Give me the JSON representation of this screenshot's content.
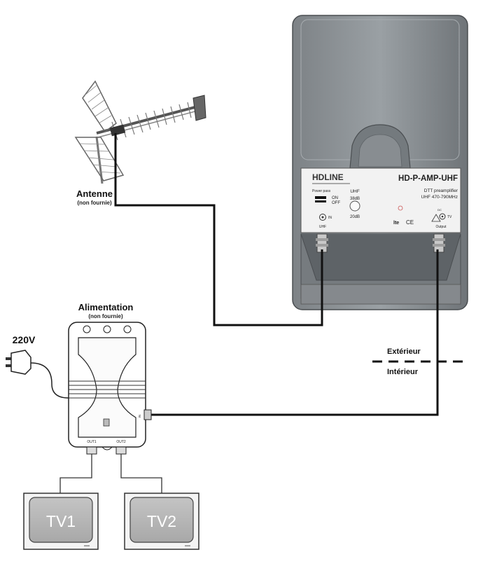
{
  "antenna": {
    "label": "Antenne",
    "note": "(non fournie)"
  },
  "power_supply": {
    "label": "Alimentation",
    "note": "(non fournie)",
    "out1": "OUT1",
    "out2": "OUT2",
    "in": "IN"
  },
  "mains": {
    "voltage": "220V"
  },
  "boundary": {
    "outside": "Extérieur",
    "inside": "Intérieur"
  },
  "amplifier": {
    "brand": "HDLINE",
    "model": "HD-P-AMP-UHF",
    "desc1": "DTT preamplifier",
    "desc2": "UHF 470-790MHz",
    "power_pass": "Power pass",
    "on": "ON",
    "off": "OFF",
    "band": "UHF",
    "gain_high": "38dB",
    "gain_low": "20dB",
    "in_label": "IN",
    "in_band": "UHF",
    "tv_label": "TV",
    "output_label": "Output",
    "dc_label": "DC",
    "lte": "lte",
    "ce": "CE"
  },
  "tvs": [
    {
      "label": "TV1"
    },
    {
      "label": "TV2"
    }
  ],
  "colors": {
    "cable": "#111111",
    "amp_body": "#8e9397",
    "amp_dark": "#6d7276",
    "tv_screen": "#b5b5b5"
  }
}
